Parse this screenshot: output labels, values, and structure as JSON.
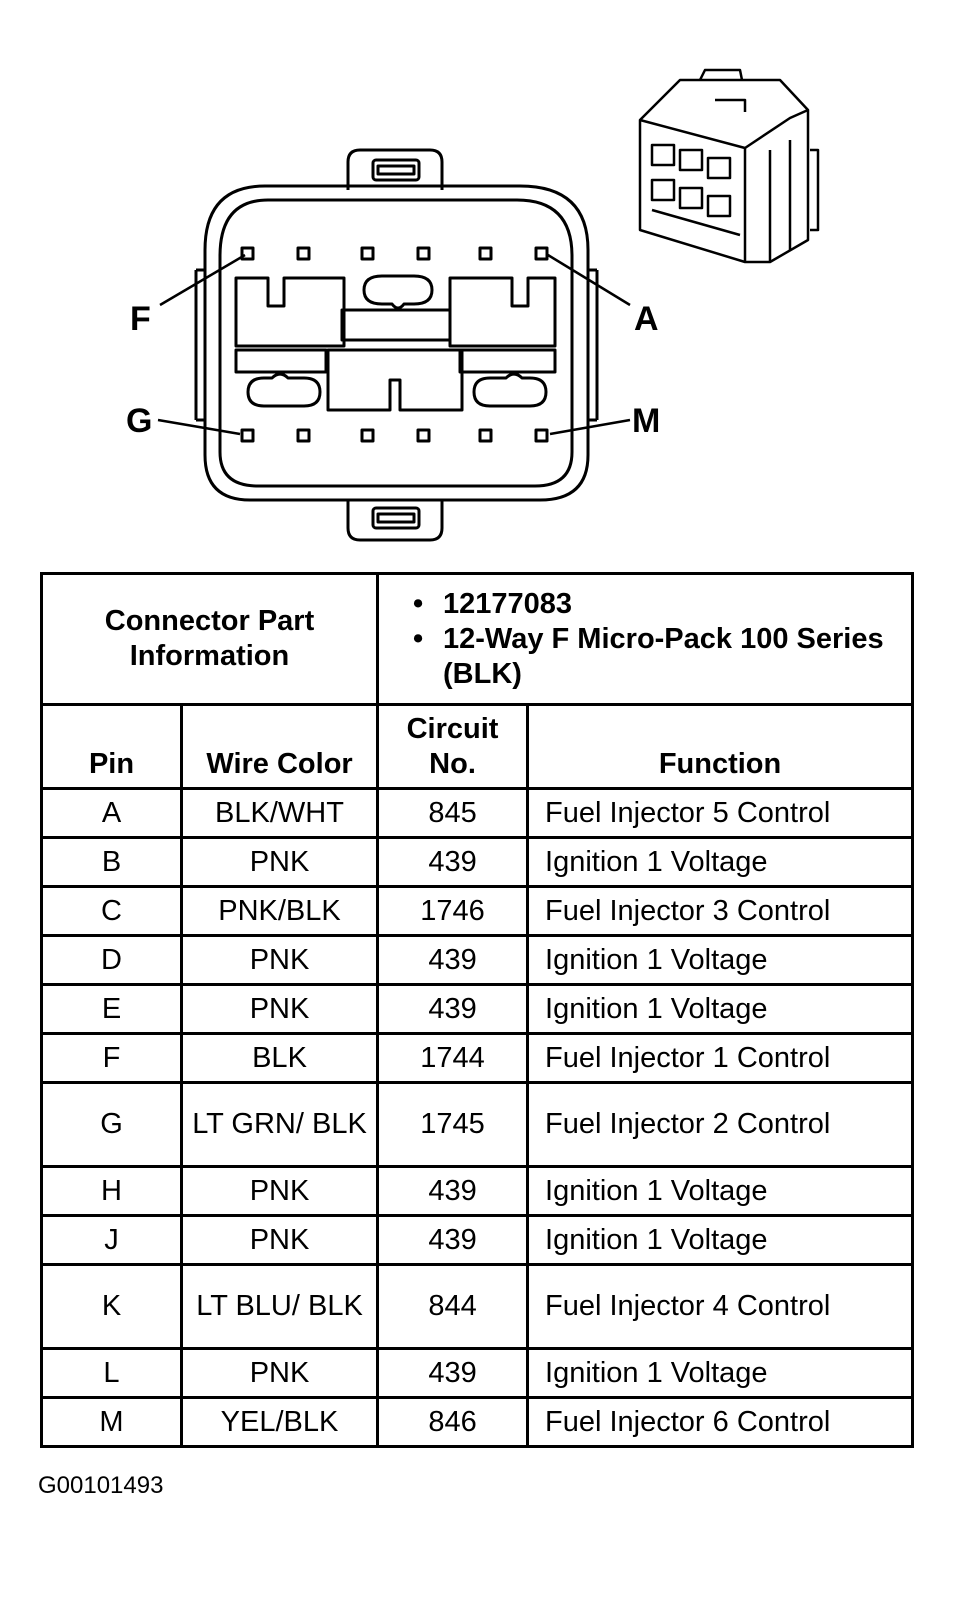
{
  "connector_diagram": {
    "pin_labels": [
      "F",
      "A",
      "G",
      "M"
    ]
  },
  "part_info": {
    "heading": "Connector Part Information",
    "items": [
      "12177083",
      "12-Way F Micro-Pack 100 Series (BLK)"
    ]
  },
  "columns": {
    "pin": "Pin",
    "wire_color": "Wire Color",
    "circuit": "Circuit No.",
    "function": "Function"
  },
  "rows": [
    {
      "pin": "A",
      "wire": "BLK/WHT",
      "circuit": "845",
      "function": "Fuel Injector 5 Control"
    },
    {
      "pin": "B",
      "wire": "PNK",
      "circuit": "439",
      "function": "Ignition 1 Voltage"
    },
    {
      "pin": "C",
      "wire": "PNK/BLK",
      "circuit": "1746",
      "function": "Fuel Injector 3 Control"
    },
    {
      "pin": "D",
      "wire": "PNK",
      "circuit": "439",
      "function": "Ignition 1 Voltage"
    },
    {
      "pin": "E",
      "wire": "PNK",
      "circuit": "439",
      "function": "Ignition 1 Voltage"
    },
    {
      "pin": "F",
      "wire": "BLK",
      "circuit": "1744",
      "function": "Fuel Injector 1 Control"
    },
    {
      "pin": "G",
      "wire": "LT GRN/ BLK",
      "circuit": "1745",
      "function": "Fuel Injector 2 Control"
    },
    {
      "pin": "H",
      "wire": "PNK",
      "circuit": "439",
      "function": "Ignition 1 Voltage"
    },
    {
      "pin": "J",
      "wire": "PNK",
      "circuit": "439",
      "function": "Ignition 1 Voltage"
    },
    {
      "pin": "K",
      "wire": "LT BLU/ BLK",
      "circuit": "844",
      "function": "Fuel Injector 4 Control"
    },
    {
      "pin": "L",
      "wire": "PNK",
      "circuit": "439",
      "function": "Ignition 1 Voltage"
    },
    {
      "pin": "M",
      "wire": "YEL/BLK",
      "circuit": "846",
      "function": "Fuel Injector 6 Control"
    }
  ],
  "figure_id": "G00101493"
}
